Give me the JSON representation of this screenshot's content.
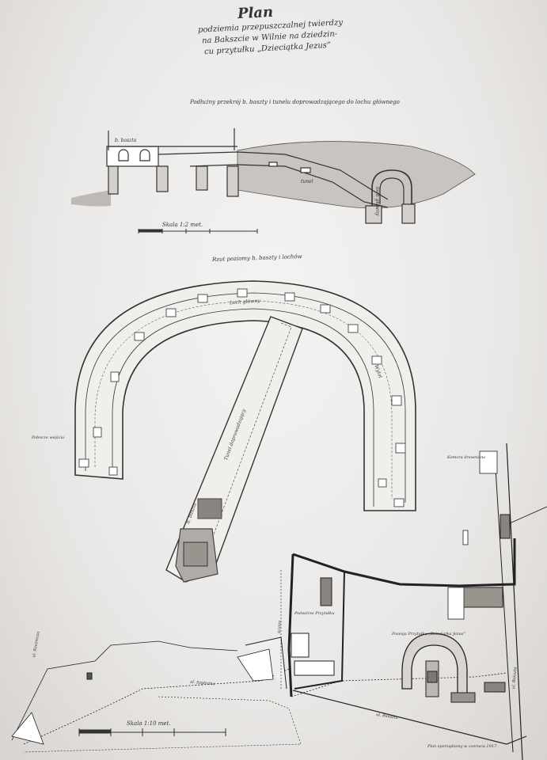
{
  "title": "Plan",
  "subtitle_lines": [
    "podziemia przepuszczalnej twierdzy",
    "na Bakszcie w Wilnie na dziedzin-",
    "cu przytułku „Dzieciątka Jezus”"
  ],
  "section_caption": "Podłużny przekrój b. baszty i tunelu doprowadzającego do lochu głównego",
  "plan_caption": "Rzut poziomy b. baszty i lochów",
  "scale_top": "Skala 1:2 met.",
  "scale_bottom": "Skala 1:10 met.",
  "labels": {
    "baszta_section": "b. baszta",
    "tunel_section": "tunel",
    "loch_section": "loch główny",
    "loch_glowny": "Loch główny",
    "tunel_plan": "Tunel doprowadzający",
    "baszta_plan": "b. baszta",
    "wylot_left": "Wylot",
    "posiadlosc_left": "Pobocze wejścia",
    "podworze": "Podwórze Przytułku",
    "posesja": "Posesja Przytułku „Dzieciątka Jezus”",
    "ulica_bakszta_right": "ul. Bakszta",
    "ulica_bakszta_bottom": "ul. Bakszta",
    "ulica_szpitalna": "ul. Szpitalna",
    "ulica_left": "ul. Rzeźnicza",
    "komora": "Komora drewniana",
    "sciana": "ściana",
    "sign": "Plan sporządzony w czerwcu 1917"
  }
}
